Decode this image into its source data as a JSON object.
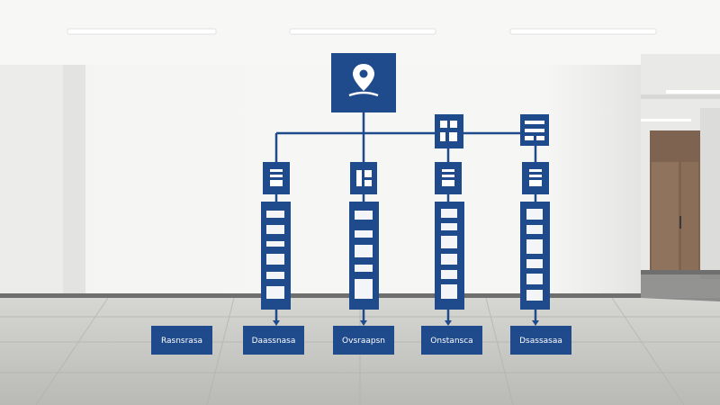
{
  "scene": {
    "description_tag": "office-wall-org-chart",
    "colors": {
      "sign_blue": "#1f4a8c",
      "connector_blue": "#1f4a8c",
      "wall": "#f4f4f2",
      "ceiling": "#f7f7f6",
      "floor": "#c9c9c5",
      "door": "#8a6e55"
    },
    "top_node": {
      "icon": "location-pin-icon"
    },
    "bottom_labels": [
      "Rasnsrasa",
      "Daassnasa",
      "Ovsraapsn",
      "Onstansca",
      "Dsassasaa"
    ]
  }
}
